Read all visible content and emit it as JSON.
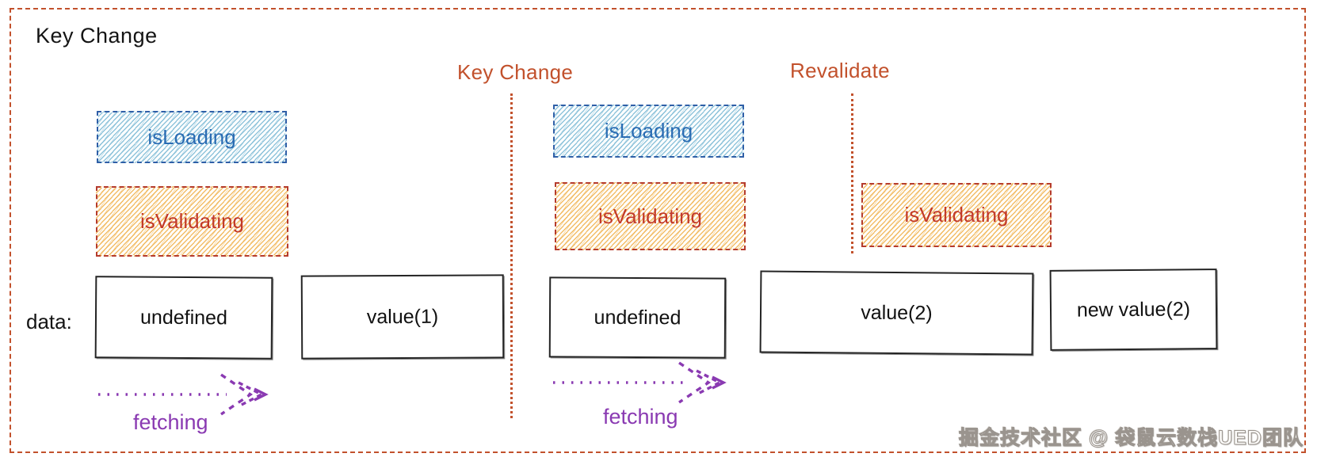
{
  "diagram": {
    "title": "Key Change",
    "events": {
      "key_change": "Key Change",
      "revalidate": "Revalidate"
    },
    "state_boxes": [
      {
        "kind": "isLoading",
        "label": "isLoading"
      },
      {
        "kind": "isValidating",
        "label": "isValidating"
      },
      {
        "kind": "isLoading",
        "label": "isLoading"
      },
      {
        "kind": "isValidating",
        "label": "isValidating"
      },
      {
        "kind": "isValidating",
        "label": "isValidating"
      }
    ],
    "data_row": {
      "label": "data:",
      "boxes": [
        {
          "value": "undefined"
        },
        {
          "value": "value(1)"
        },
        {
          "value": "undefined"
        },
        {
          "value": "value(2)"
        },
        {
          "value": "new value(2)"
        }
      ]
    },
    "fetching_labels": [
      {
        "label": "fetching"
      },
      {
        "label": "fetching"
      }
    ],
    "watermark": "掘金技术社区 @ 袋鼠云数栈UED团队",
    "colors": {
      "accent_orange": "#c2512c",
      "loading_text_blue": "#2a6cb3",
      "loading_border_blue": "#2f5fa7",
      "loading_hatch_blue": "#7cbad5",
      "validating_text_red": "#c23a2a",
      "validating_border_red": "#b53b2c",
      "validating_hatch_orange": "#f0b24d",
      "fetching_purple": "#8a3ab2",
      "data_box_border": "#242424"
    }
  }
}
